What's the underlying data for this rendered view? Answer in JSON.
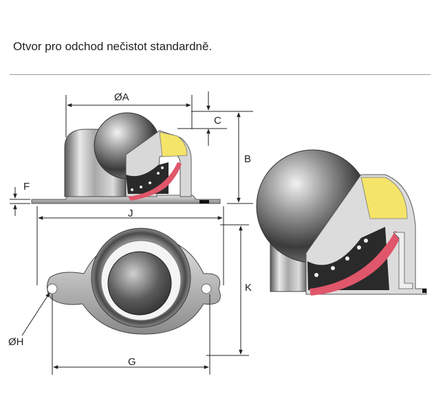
{
  "caption": "Otvor pro odchod nečistot standardně.",
  "labels": {
    "A": "ØA",
    "B": "B",
    "C": "C",
    "F": "F",
    "J": "J",
    "K": "K",
    "H": "ØH",
    "G": "G"
  },
  "colors": {
    "metal_dark": "#3c3c3c",
    "metal_light": "#e6e6e6",
    "seal_yellow": "#f4e46a",
    "seal_red": "#e0566a",
    "outline": "#333333",
    "rule": "#9a9a9a"
  }
}
